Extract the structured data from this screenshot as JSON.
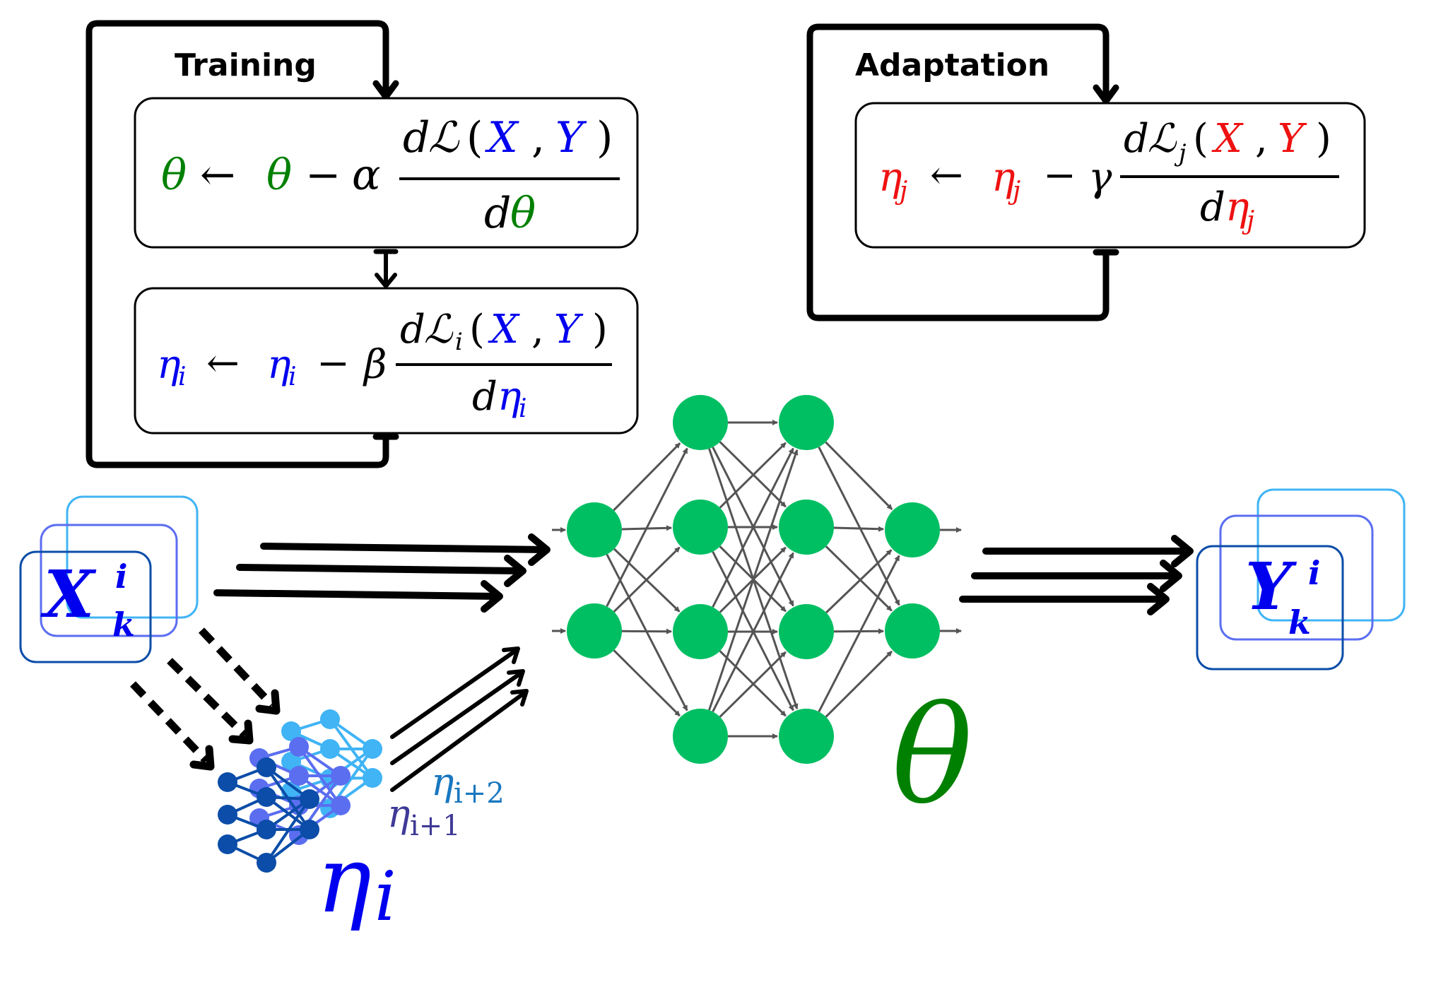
{
  "colors": {
    "green": "#008000",
    "blue": "#0000ee",
    "red": "#ee1111",
    "node_green": "#00bf63",
    "edge_gray": "#545454",
    "light_blue": "#40b4f5",
    "violet": "#5b6ef0",
    "dark_blue": "#0b4da8",
    "eta_i1_color": "#3f3a96",
    "eta_i2_color": "#1877c0"
  },
  "training": {
    "title": "Training",
    "eq1": {
      "lhs": "θ",
      "arrow": "←",
      "rhs_var": "θ",
      "minus": "−",
      "rate": "α",
      "num_d": "d",
      "num_L": "ℒ",
      "num_open": "(",
      "num_X": "X",
      "num_comma": ",",
      "num_Y": "Y",
      "num_close": ")",
      "den_d": "d",
      "den_var": "θ"
    },
    "eq2": {
      "lhs": "η",
      "lhs_sub": "i",
      "arrow": "←",
      "rhs_var": "η",
      "rhs_sub": "i",
      "minus": "−",
      "rate": "β",
      "num_d": "d",
      "num_L": "ℒ",
      "num_sub": "i",
      "num_open": "(",
      "num_X": "X",
      "num_comma": ",",
      "num_Y": "Y",
      "num_close": ")",
      "den_d": "d",
      "den_var": "η",
      "den_sub": "i"
    }
  },
  "adaptation": {
    "title": "Adaptation",
    "eq": {
      "lhs": "η",
      "lhs_sub": "j",
      "arrow": "←",
      "rhs_var": "η",
      "rhs_sub": "j",
      "minus": "−",
      "rate": "γ",
      "num_d": "d",
      "num_L": "ℒ",
      "num_sub": "j",
      "num_open": "(",
      "num_X": "X",
      "num_comma": ",",
      "num_Y": "Y",
      "num_close": ")",
      "den_d": "d",
      "den_var": "η",
      "den_sub": "j"
    }
  },
  "input": {
    "symbol": "X",
    "sup": "i",
    "sub": "k"
  },
  "output": {
    "symbol": "Y",
    "sup": "i",
    "sub": "k"
  },
  "main_network": {
    "label": "θ",
    "layers": [
      2,
      4,
      4,
      2
    ]
  },
  "adapters": {
    "labels": [
      {
        "base": "η",
        "sub": "i+2"
      },
      {
        "base": "η",
        "sub": "i+1"
      },
      {
        "base": "η",
        "sub": "i"
      }
    ]
  }
}
